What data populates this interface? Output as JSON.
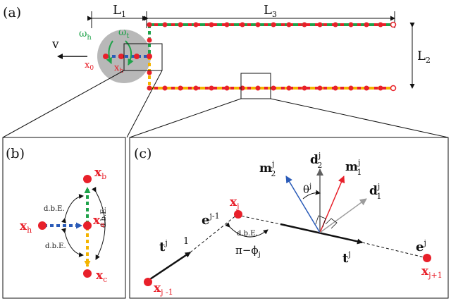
{
  "panel_a": {
    "label": "(a)",
    "L1": "L",
    "L1_sub": "1",
    "L3": "L",
    "L3_sub": "3",
    "L2": "L",
    "L2_sub": "2",
    "v": "v",
    "omega_h": "ω",
    "omega_h_sub": "h",
    "omega_t": "ω",
    "omega_t_sub": "t",
    "x0": "x",
    "x0_sub": "0",
    "xh": "x",
    "xh_sub": "h"
  },
  "panel_b": {
    "label": "(b)",
    "xb": "x",
    "xb_sub": "b",
    "xa": "x",
    "xa_sub": "a",
    "xh": "x",
    "xh_sub": "h",
    "xc": "x",
    "xc_sub": "c",
    "dbe1": "d.b.E.",
    "dbe2": "d.b.E.",
    "dbe3": "d.b.E."
  },
  "panel_c": {
    "label": "(c)",
    "m2": "m",
    "m2_sup": "j",
    "m2_sub": "2",
    "d2": "d",
    "d2_sup": "j",
    "d2_sub": "2",
    "m1": "m",
    "m1_sup": "j",
    "m1_sub": "1",
    "d1": "d",
    "d1_sup": "j",
    "d1_sub": "1",
    "theta": "θ",
    "theta_sup": "j",
    "xj": "x",
    "xj_sub": "j",
    "ejm1": "e",
    "ejm1_sup": "j-1",
    "dbe": "d.b.E.",
    "piphi": "π−ϕ",
    "piphi_sub": "j",
    "tj_left": "t",
    "tj_left_sup": "j",
    "one": "1",
    "tj_right": "t",
    "tj_right_sup": "j",
    "ej": "e",
    "ej_sup": "j",
    "xjm1": "x",
    "xjm1_sub": "j -1",
    "xjp1": "x",
    "xjp1_sub": "j+1"
  },
  "colors": {
    "red": "#e8202a",
    "green": "#1fa24a",
    "yellow": "#f4b400",
    "blue": "#2a5bb8",
    "gray": "#9c9c9c"
  }
}
